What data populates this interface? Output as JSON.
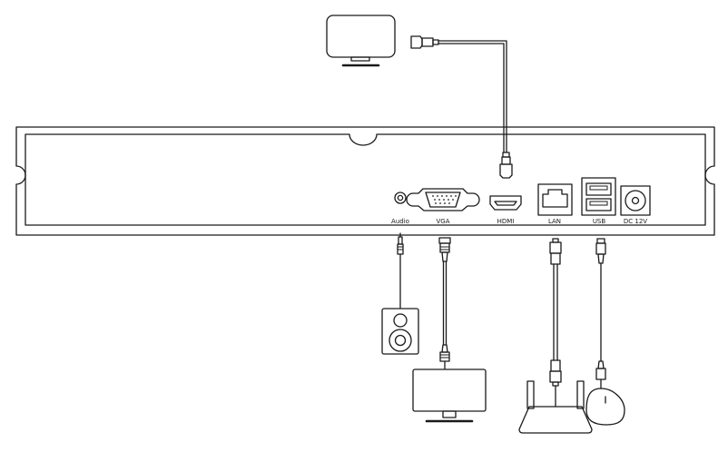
{
  "ports": {
    "audio": "Audio",
    "vga": "VGA",
    "hdmi": "HDMI",
    "lan": "LAN",
    "usb": "USB",
    "dc": "DC 12V"
  },
  "colors": {
    "stroke": "#1a1a1a",
    "background": "#ffffff"
  }
}
